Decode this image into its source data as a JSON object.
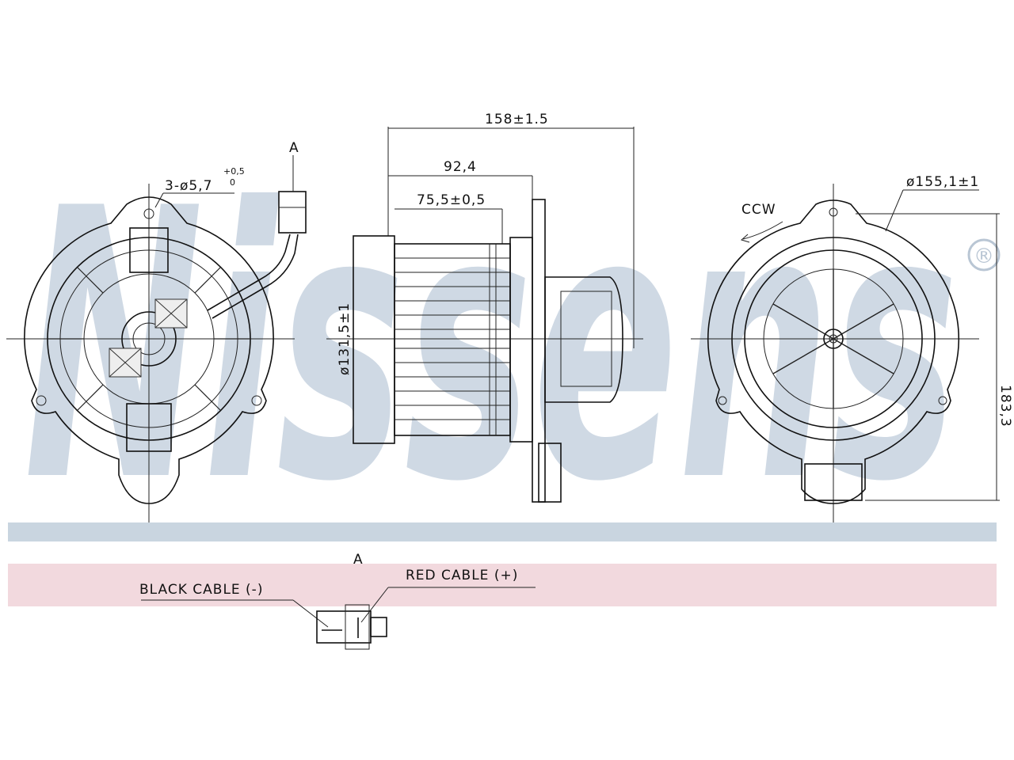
{
  "watermark": {
    "brand": "Nissens",
    "registered_mark": "®",
    "band_color": "#c9d5e0",
    "cable_band_color": "#f2d9de",
    "letter_color": "#cfd9e4"
  },
  "dimensions": {
    "mount_holes": "3-ø5,7",
    "mount_holes_tol_upper": "+0,5",
    "mount_holes_tol_lower": "0",
    "view_marker_top": "A",
    "overall_length": "158±1.5",
    "motor_length": "92,4",
    "wheel_length": "75,5±0,5",
    "wheel_diameter": "ø131,5±1",
    "rotation": "CCW",
    "housing_diameter": "ø155,1±1",
    "overall_height": "183,3"
  },
  "connector": {
    "view_marker": "A",
    "black_cable": "BLACK CABLE (-)",
    "red_cable": "RED CABLE (+)"
  }
}
